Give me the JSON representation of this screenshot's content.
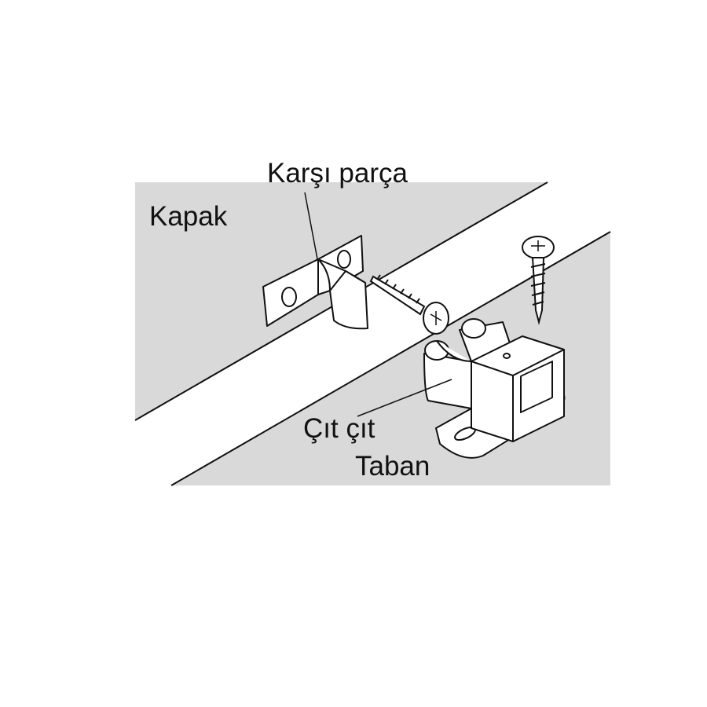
{
  "labels": {
    "counter_piece": "Karşı parça",
    "door": "Kapak",
    "catch": "Çıt çıt",
    "base": "Taban"
  },
  "colors": {
    "panel": "#d9d9d9",
    "line": "#111111"
  }
}
